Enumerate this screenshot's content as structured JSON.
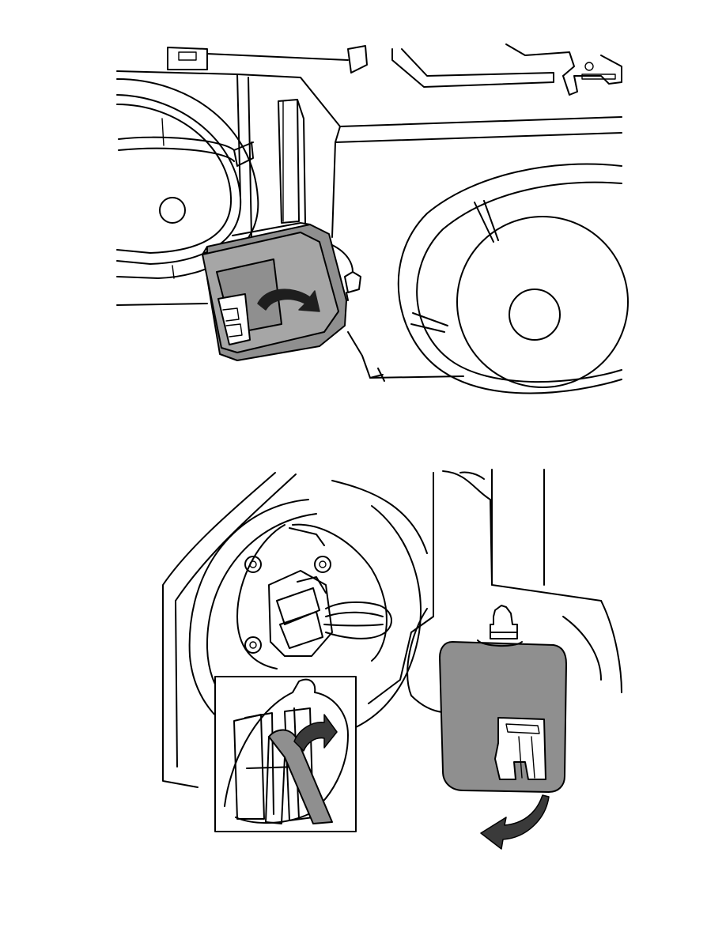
{
  "colors": {
    "background": "#ffffff",
    "line": "#000000",
    "component_fill": "#8f8f8f",
    "component_fill_light": "#a6a6a6",
    "arrow_fill": "#3a3a3a"
  },
  "figures": [
    {
      "id": "upper",
      "subject": "motor-removal-rotate"
    },
    {
      "id": "lower",
      "subject": "connector-detach"
    }
  ],
  "icons": [
    "rotate-arrow-icon",
    "release-arrow-icon",
    "press-arrow-icon"
  ]
}
